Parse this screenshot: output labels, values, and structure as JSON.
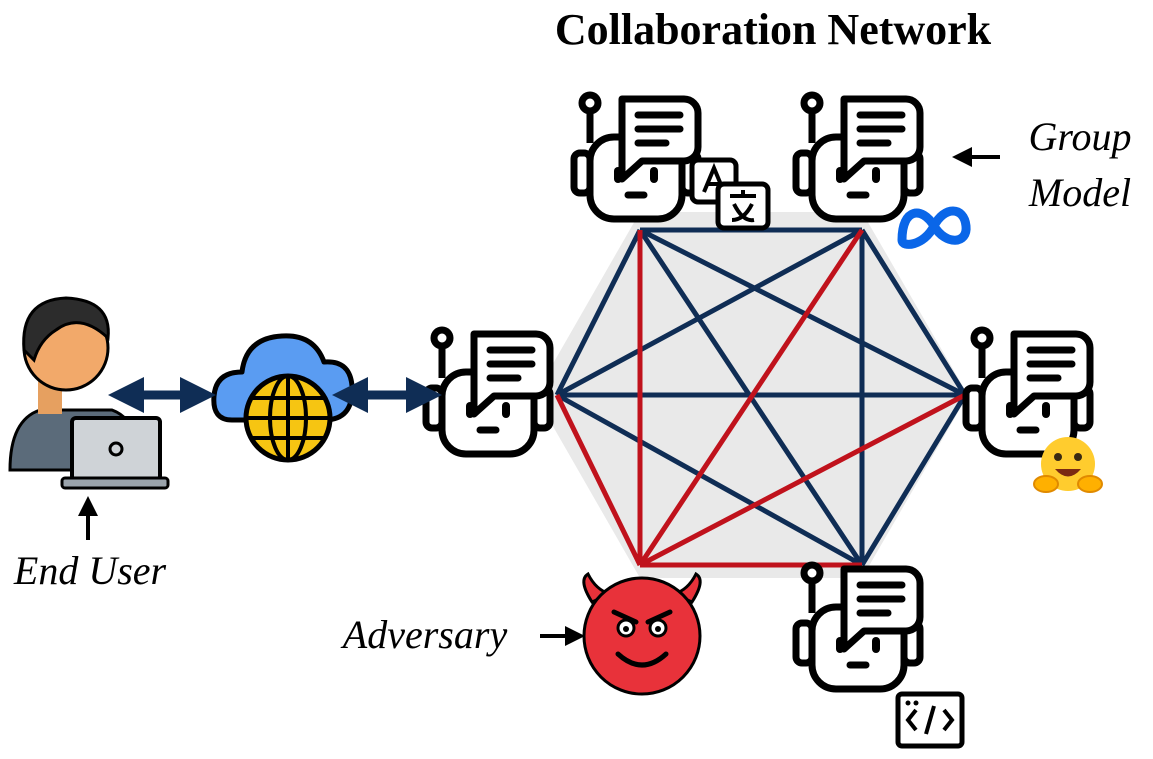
{
  "title": "Collaboration Network",
  "labels": {
    "group_model_line1": "Group",
    "group_model_line2": "Model",
    "end_user": "End User",
    "adversary": "Adversary"
  },
  "icons": {
    "user": "user-laptop-icon",
    "cloud": "cloud-globe-icon",
    "robot": "robot-chat-icon",
    "translate": "translate-icon",
    "meta": "meta-logo-icon",
    "huggingface": "hugging-face-icon",
    "code": "code-icon",
    "adversary": "devil-face-icon"
  },
  "colors": {
    "benign_edge": "#0f2d55",
    "adversary_edge": "#c0121c",
    "hexagon_fill": "#e9e9e9",
    "arrow": "#0f2d55",
    "devil": "#e8323a"
  }
}
